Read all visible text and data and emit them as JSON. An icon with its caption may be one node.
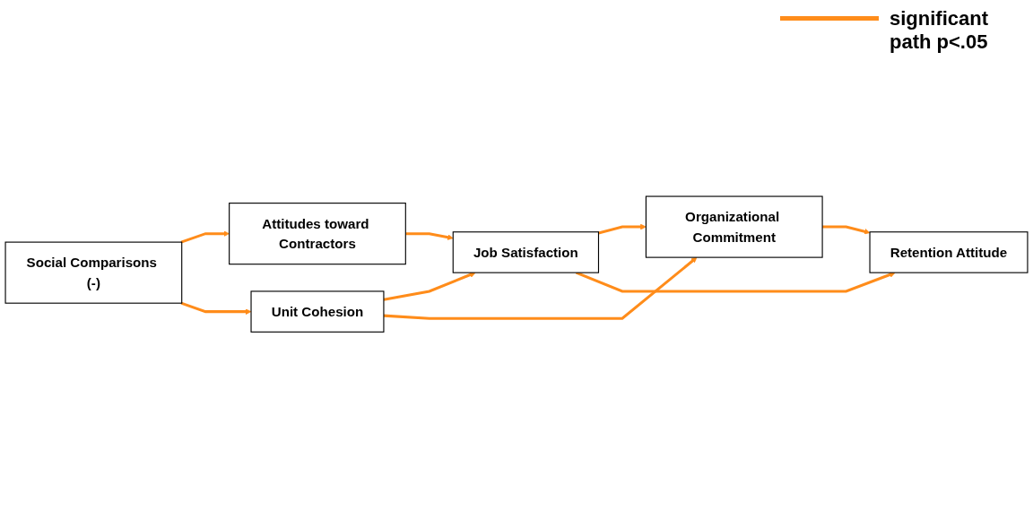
{
  "diagram": {
    "nodes": [
      {
        "text": [
          "Social Comparisons (-)"
        ]
      },
      {
        "text": [
          "Job Satisfaction"
        ]
      },
      {
        "text": [
          "Unit Cohesion"
        ]
      },
      {
        "text": [
          "Retention Attitude"
        ]
      },
      {
        "text": [
          "Attitudes toward Contractors"
        ]
      },
      {
        "text": [
          "Organizational Commitment"
        ]
      }
    ],
    "edges": [
      {
        "from": 0,
        "to": 4,
        "arrow": "to"
      },
      {
        "from": 0,
        "to": 2,
        "arrow": "to"
      },
      {
        "from": 2,
        "to": 1,
        "arrow": "to"
      },
      {
        "from": 2,
        "to": 5,
        "arrow": "to"
      },
      {
        "from": 1,
        "to": 5,
        "arrow": "to"
      },
      {
        "from": 1,
        "to": 3,
        "arrow": "to"
      },
      {
        "from": 5,
        "to": 3,
        "arrow": "to"
      },
      {
        "from": 4,
        "to": 1,
        "arrow": "to"
      }
    ],
    "legend": [
      {
        "text": "significant path p<.05"
      }
    ]
  }
}
